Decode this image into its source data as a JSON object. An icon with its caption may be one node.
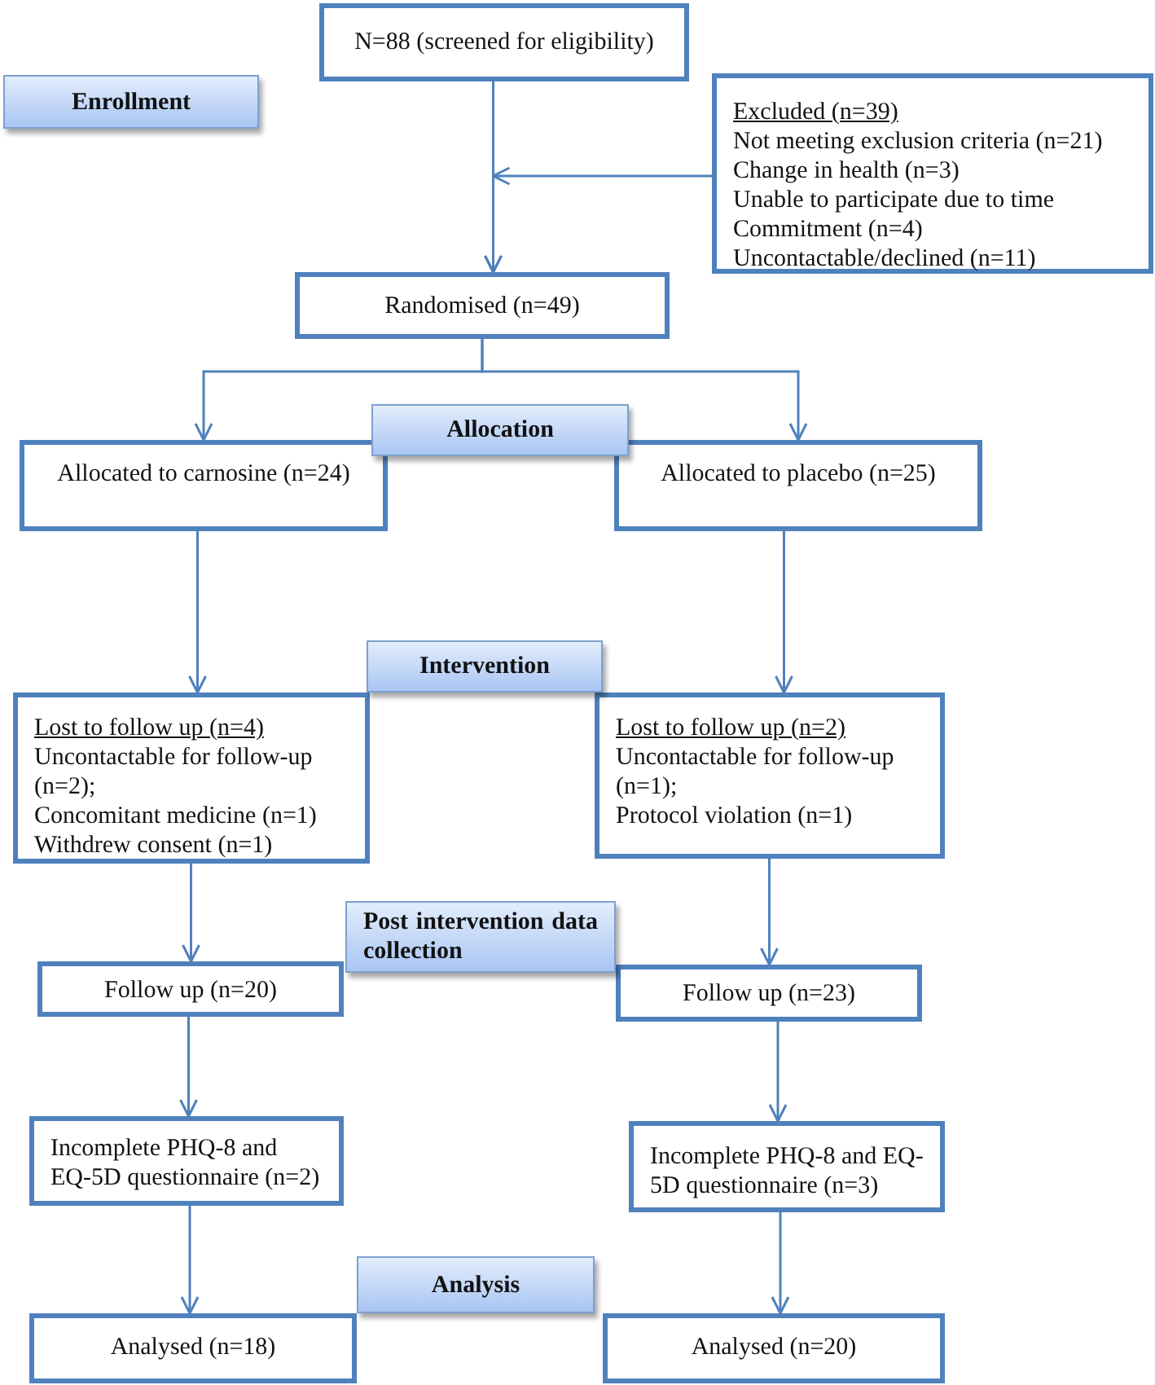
{
  "diagram": {
    "nodes": [
      {
        "text": [
          "N=88 (screened for eligibility)"
        ]
      },
      {
        "text": [
          "Enrollment"
        ]
      },
      {
        "text": [
          "Excluded (n=39)",
          "Not meeting exclusion criteria (n=21)",
          "Change in health (n=3)",
          "Unable to participate due to time",
          "Commitment (n=4)",
          "Uncontactable/declined (n=11)"
        ]
      },
      {
        "text": [
          "Randomised (n=49)"
        ]
      },
      {
        "text": [
          "Allocation"
        ]
      },
      {
        "text": [
          "Allocated to carnosine (n=24)"
        ]
      },
      {
        "text": [
          "Allocated to placebo (n=25)"
        ]
      },
      {
        "text": [
          "Intervention"
        ]
      },
      {
        "text": [
          "Lost to follow up (n=4)",
          "Uncontactable for follow-up",
          "(n=2);",
          "Concomitant medicine (n=1)",
          "Withdrew consent (n=1)"
        ]
      },
      {
        "text": [
          "Lost to follow up (n=2)",
          "Uncontactable for follow-up",
          "(n=1);",
          "Protocol violation (n=1)"
        ]
      },
      {
        "text": [
          "Post intervention data collection"
        ]
      },
      {
        "text": [
          "Follow up (n=20)"
        ]
      },
      {
        "text": [
          "Follow up (n=23)"
        ]
      },
      {
        "text": [
          "Incomplete PHQ-8 and EQ-5D questionnaire (n=2)"
        ]
      },
      {
        "text": [
          "Incomplete PHQ-8 and EQ-5D questionnaire (n=3)"
        ]
      },
      {
        "text": [
          "Analysis"
        ]
      },
      {
        "text": [
          "Analysed (n=18)"
        ]
      },
      {
        "text": [
          "Analysed (n=20)"
        ]
      }
    ],
    "edges": [
      {
        "from": 0,
        "to": 3,
        "arrow": "to"
      },
      {
        "from": 2,
        "to": 3,
        "arrow": "to"
      },
      {
        "from": 3,
        "to": 5,
        "arrow": "to"
      },
      {
        "from": 3,
        "to": 6,
        "arrow": "to"
      },
      {
        "from": 5,
        "to": 8,
        "arrow": "to"
      },
      {
        "from": 6,
        "to": 9,
        "arrow": "to"
      },
      {
        "from": 8,
        "to": 11,
        "arrow": "to"
      },
      {
        "from": 9,
        "to": 12,
        "arrow": "to"
      },
      {
        "from": 11,
        "to": 13,
        "arrow": "to"
      },
      {
        "from": 12,
        "to": 14,
        "arrow": "to"
      },
      {
        "from": 13,
        "to": 16,
        "arrow": "to"
      },
      {
        "from": 14,
        "to": 17,
        "arrow": "to"
      }
    ]
  }
}
